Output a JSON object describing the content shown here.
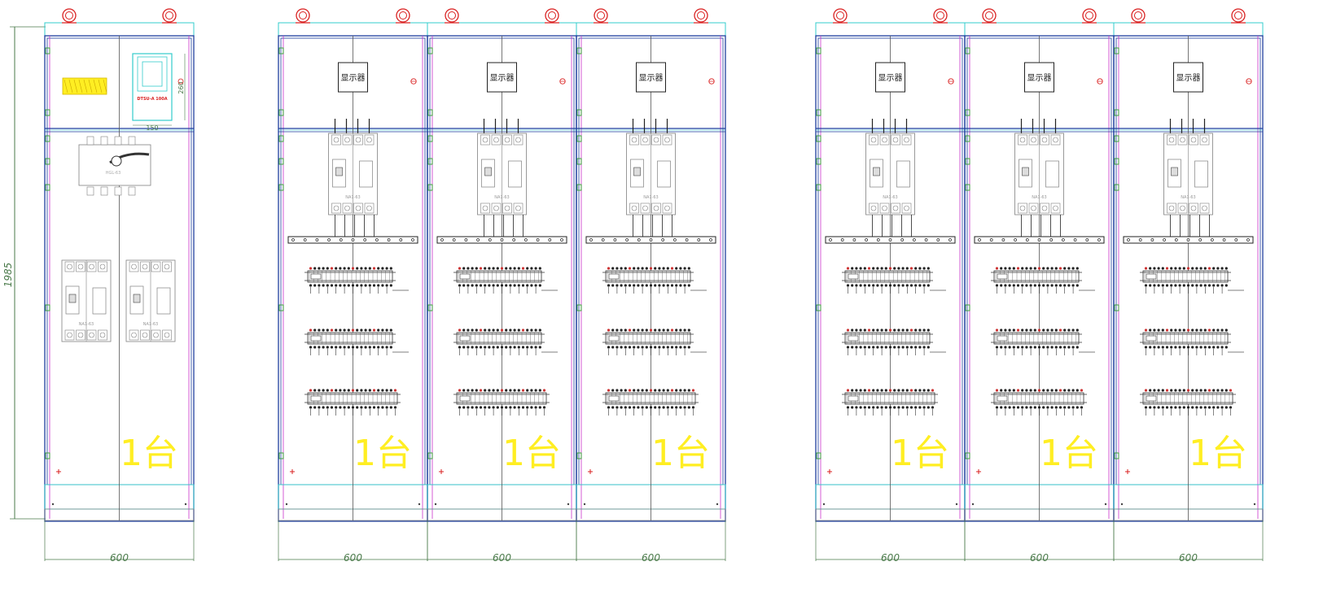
{
  "drawing": {
    "overall_height_dim": "1985",
    "meter_dim_height": "260",
    "meter_dim_width": "150",
    "meter_label": "DTSU-A 100A",
    "display_label": "显示器",
    "quantity_label": "1台",
    "cabinet_width_dim": "600",
    "breaker_label": "NA1-63",
    "switch_label": "HGL-63",
    "colors": {
      "frame": "#1f3f9f",
      "cyan": "#33cccc",
      "magenta": "#cc33cc",
      "green": "#2e9a2e",
      "red": "#d92020",
      "yellow": "#ffee22",
      "dim": "#4a7a4a",
      "gray": "#808080"
    }
  },
  "cabinets": [
    {
      "id": "c1",
      "type": "incoming",
      "index": 0
    },
    {
      "id": "c2",
      "type": "distribution",
      "index": 1
    },
    {
      "id": "c3",
      "type": "distribution",
      "index": 2
    },
    {
      "id": "c4",
      "type": "distribution",
      "index": 3
    },
    {
      "id": "c5",
      "type": "distribution",
      "index": 4
    },
    {
      "id": "c6",
      "type": "distribution",
      "index": 5
    },
    {
      "id": "c7",
      "type": "distribution",
      "index": 6
    }
  ]
}
